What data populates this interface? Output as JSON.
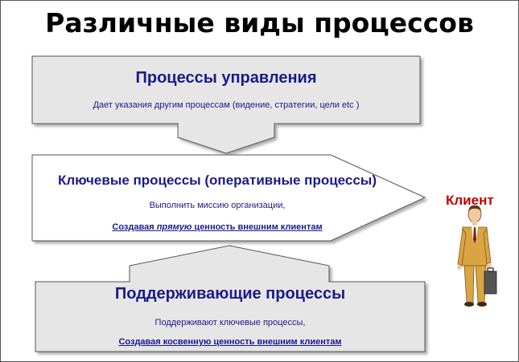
{
  "title": "Различные виды процессов",
  "management": {
    "heading": "Процессы управления",
    "description": "Дает указания другим процессам (видение, стратегии, цели etc )"
  },
  "key": {
    "heading": "Ключевые процессы (оперативные процессы)",
    "line1": "Выполнить миссию организации,",
    "line2_pre": "Создавая ",
    "line2_em": "прямую",
    "line2_post": " ценность внешним клиентам"
  },
  "support": {
    "heading": "Поддерживающие процессы",
    "line1": "Поддерживают ключевые процессы,",
    "line2": "Создавая косвенную ценность внешним клиентам"
  },
  "client_label": "Клиент",
  "colors": {
    "shape_fill": "#e6e6e6",
    "text_blue": "#1a1a8c",
    "client_red": "#c00000",
    "suit": "#d9a441"
  },
  "icons": [
    "businessman-with-briefcase-icon"
  ]
}
